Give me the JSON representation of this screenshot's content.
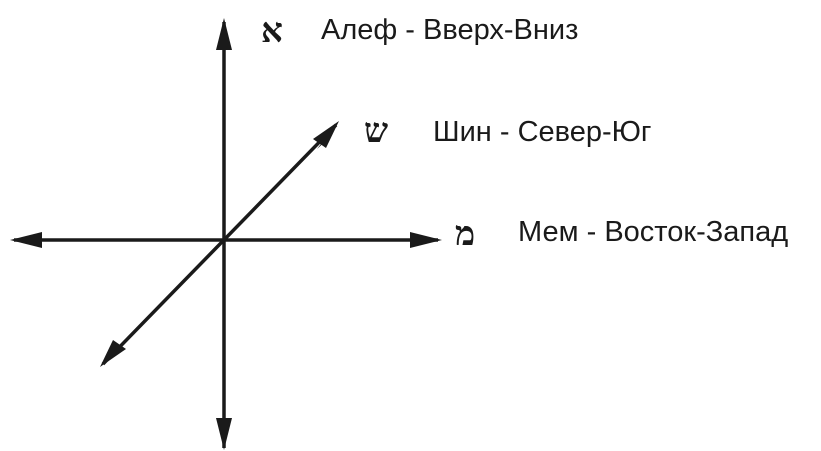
{
  "axes": [
    {
      "letter": "א",
      "label": "Алеф - Вверх-Вниз"
    },
    {
      "letter": "ש",
      "label": "Шин - Север-Юг"
    },
    {
      "letter": "מ",
      "label": "Мем - Восток-Запад"
    }
  ],
  "colors": {
    "line": "#1a1a1a",
    "text": "#1a1a1a",
    "background": "#ffffff"
  }
}
